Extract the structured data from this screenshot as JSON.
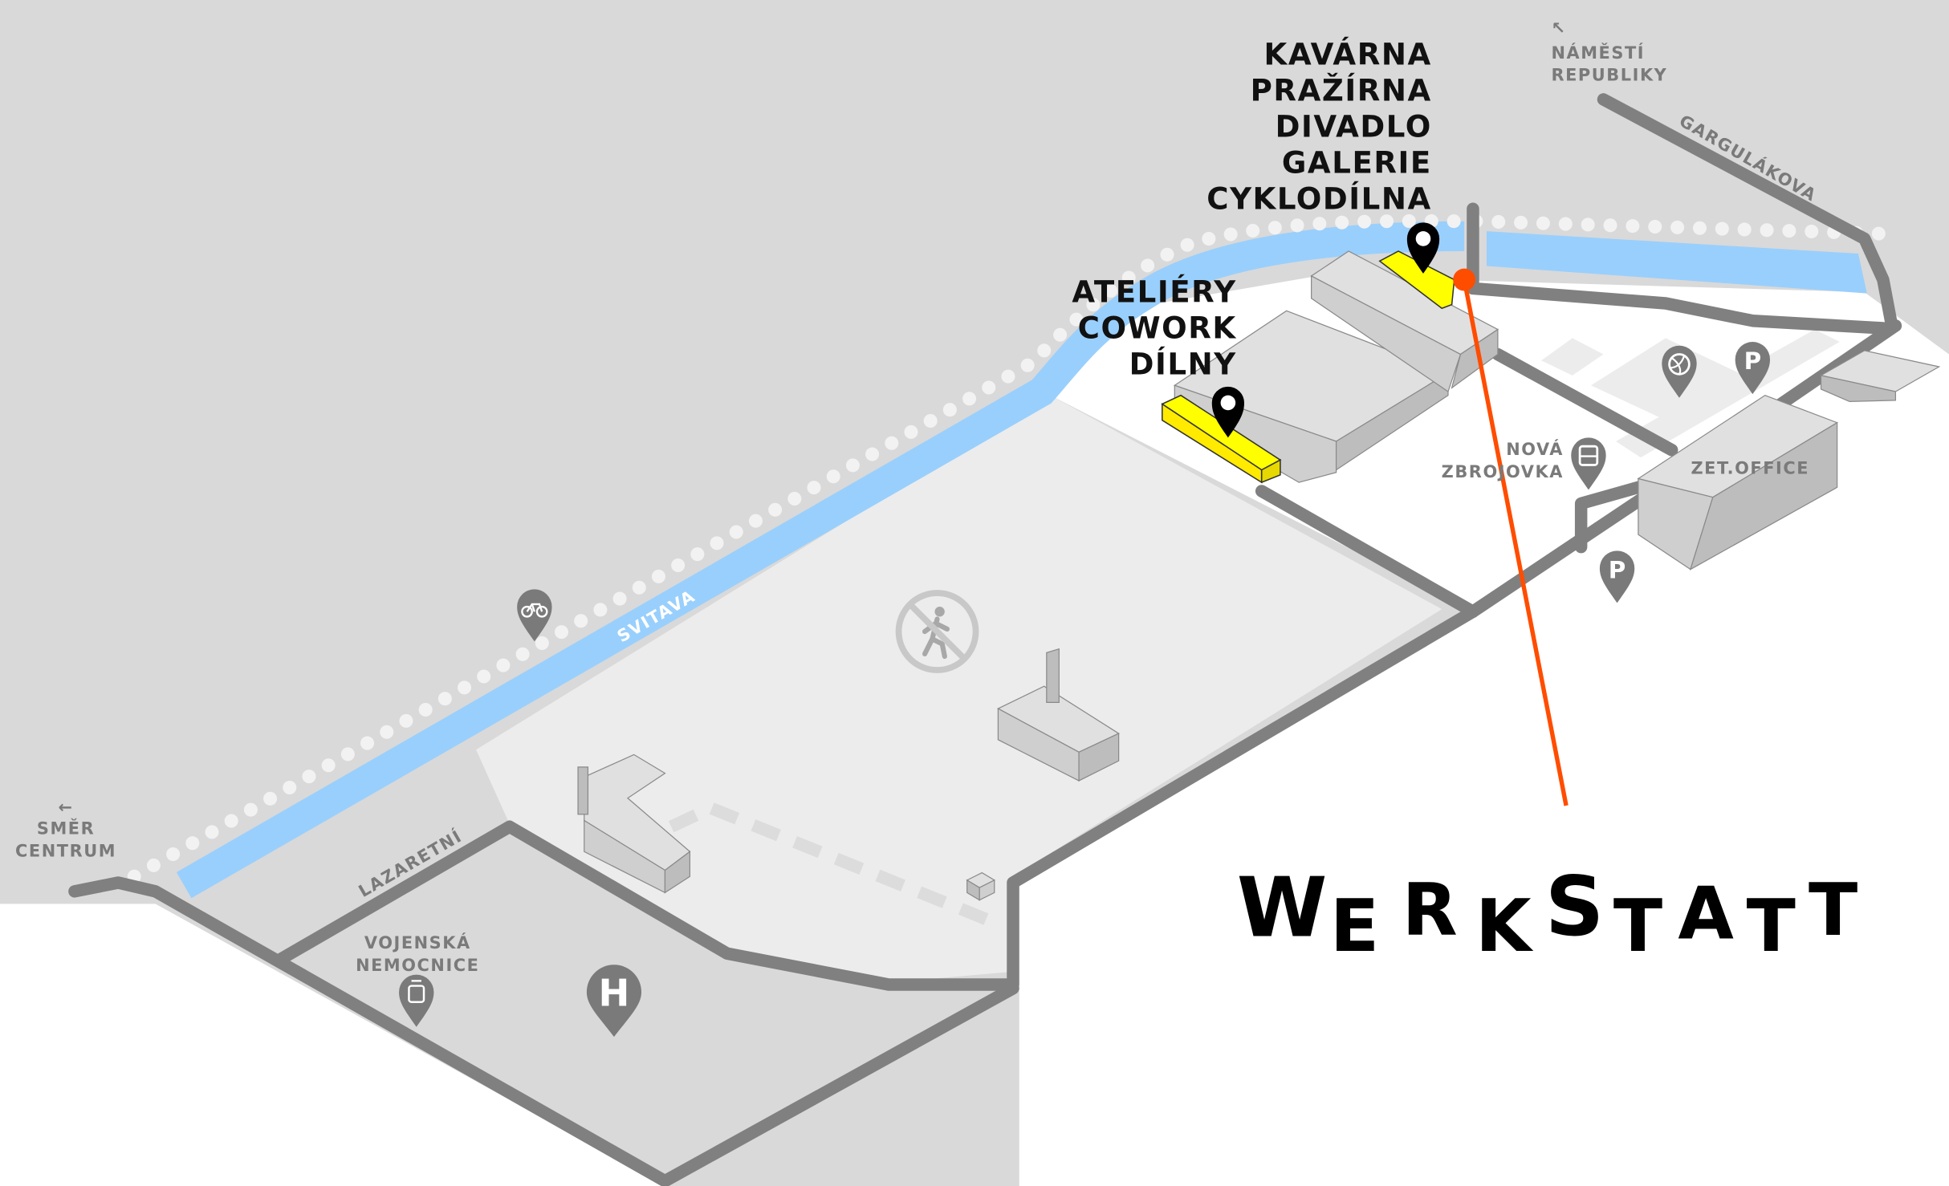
{
  "venues_north": [
    "KAVÁRNA",
    "PRAŽÍRNA",
    "DIVADLO",
    "GALERIE",
    "CYKLODÍLNA"
  ],
  "venues_south": [
    "ATELIÉRY",
    "COWORK",
    "DÍLNY"
  ],
  "labels": {
    "namesti_arrow": "↖",
    "namesti_line1": "NÁMĚSTÍ",
    "namesti_line2": "REPUBLIKY",
    "gargulakova": "GARGULÁKOVA",
    "svitava": "SVITAVA",
    "lazaretni": "LAZARETNÍ",
    "smer_arrow": "←",
    "smer_line1": "SMĚR",
    "smer_line2": "CENTRUM",
    "vojenska_line1": "VOJENSKÁ",
    "vojenska_line2": "NEMOCNICE",
    "nova_line1": "NOVÁ",
    "nova_line2": "ZBROJOVKA",
    "zet_office": "ZET.OFFICE",
    "parking": "P",
    "hospital": "H"
  },
  "logo": [
    "W",
    "E",
    "R",
    "K",
    "S",
    "T",
    "A",
    "T",
    "T"
  ],
  "icons": [
    "bicycle-icon",
    "bus-icon",
    "tram-icon",
    "volleyball-icon",
    "parking-icon",
    "hospital-icon",
    "no-pedestrian-icon",
    "location-pin-icon"
  ],
  "colors": {
    "accent": "#ff4d00",
    "highlight": "#ffff00",
    "river": "#99cffc",
    "road": "#808080",
    "land": "#d9d9d9"
  }
}
